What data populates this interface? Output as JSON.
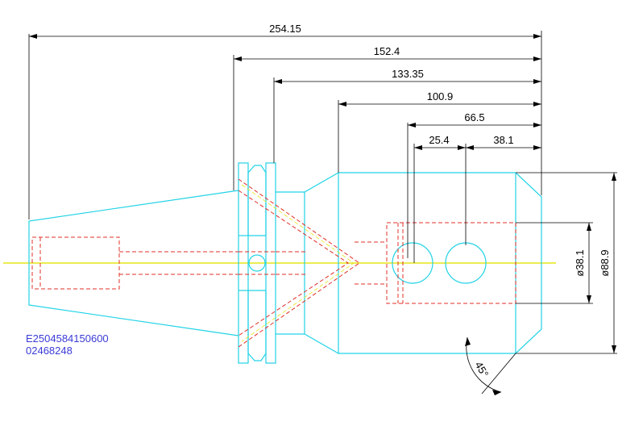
{
  "colors": {
    "outline": "#22d3e6",
    "hidden": "#e0302a",
    "centerline": "#e6e61a",
    "dimension": "#000000",
    "part_number_text": "#3b3bd6"
  },
  "dimensions": {
    "overall_length": "254.15",
    "length_152": "152.4",
    "length_133": "133.35",
    "length_100": "100.9",
    "length_66": "66.5",
    "length_25": "25.4",
    "length_38": "38.1",
    "bore_diameter": "ø38.1",
    "body_diameter": "ø88.9",
    "chamfer_angle": "45°"
  },
  "part_number": {
    "line1": "E2504584150600",
    "line2": "02468248"
  }
}
